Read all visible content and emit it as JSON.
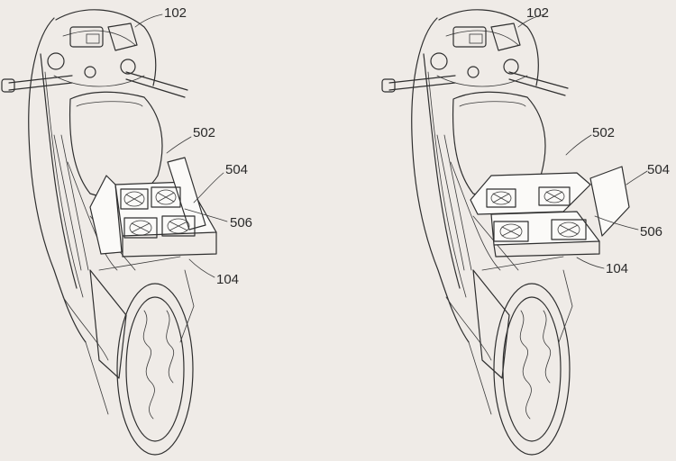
{
  "figures": [
    {
      "id": "left",
      "labels": {
        "frame": "102",
        "assembly": "502",
        "panel": "504",
        "fans": "506",
        "mount": "104"
      },
      "fan_count": 4
    },
    {
      "id": "right",
      "labels": {
        "frame": "102",
        "assembly": "502",
        "panel": "504",
        "fans": "506",
        "mount": "104"
      },
      "fan_count": 4
    }
  ],
  "colors": {
    "background": "#efebe7",
    "line": "#2f2f2f",
    "panel_fill": "#fbfaf8"
  }
}
